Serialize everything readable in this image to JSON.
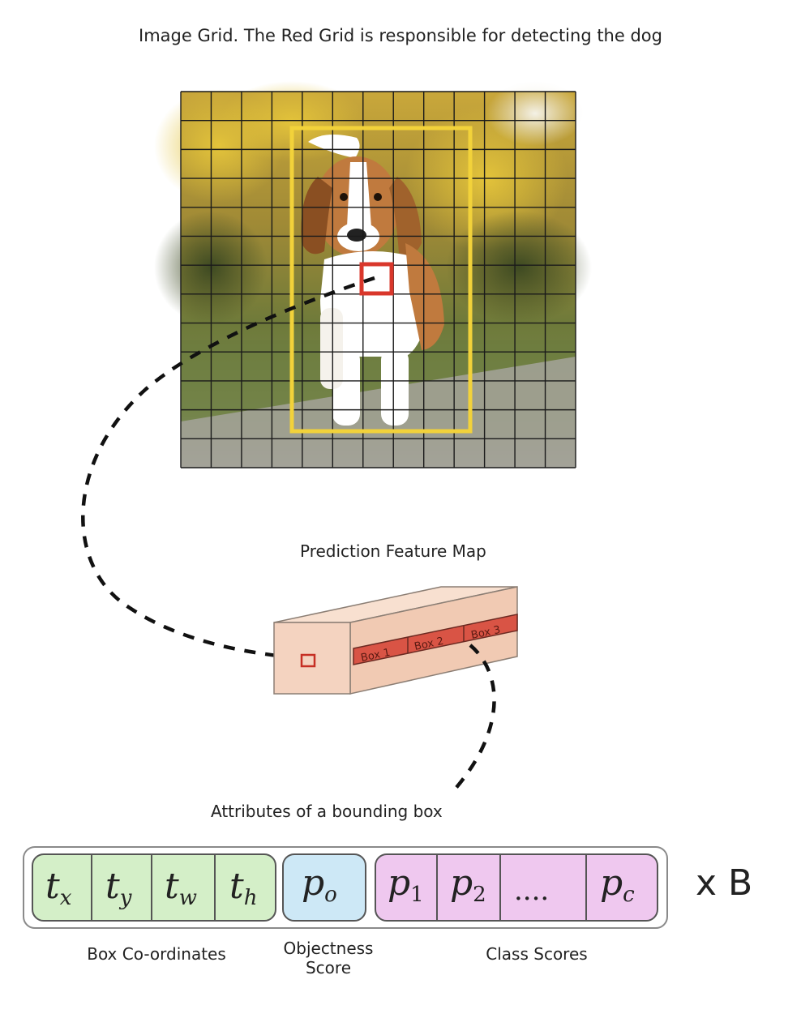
{
  "title": "Image Grid. The Red Grid is responsible for detecting the dog",
  "feature_map_title": "Prediction Feature Map",
  "feature_map_boxes": [
    "Box 1",
    "Box 2",
    "Box 3"
  ],
  "attributes_title": "Attributes of a bounding box",
  "attributes": {
    "box_coords": {
      "symbols": [
        "t",
        "t",
        "t",
        "t"
      ],
      "subscripts": [
        "x",
        "y",
        "w",
        "h"
      ],
      "caption": "Box Co-ordinates"
    },
    "objectness": {
      "symbol": "p",
      "subscript": "o",
      "caption_line1": "Objectness",
      "caption_line2": "Score"
    },
    "class_scores": {
      "cells": [
        {
          "symbol": "p",
          "subscript": "1"
        },
        {
          "symbol": "p",
          "subscript": "2"
        },
        {
          "symbol": "....",
          "subscript": ""
        },
        {
          "symbol": "p",
          "subscript": "c"
        }
      ],
      "caption": "Class Scores"
    },
    "multiplier": "x B"
  },
  "colors": {
    "grid_line": "#1a1a1a",
    "object_box": "#f2d23a",
    "responsible_cell": "#d9372b",
    "feature_map_face": "#f4d3c0",
    "feature_map_strip": "#d95445",
    "coord_fill": "#d4efc8",
    "objectness_fill": "#cde8f6",
    "class_fill": "#efc8ef"
  }
}
